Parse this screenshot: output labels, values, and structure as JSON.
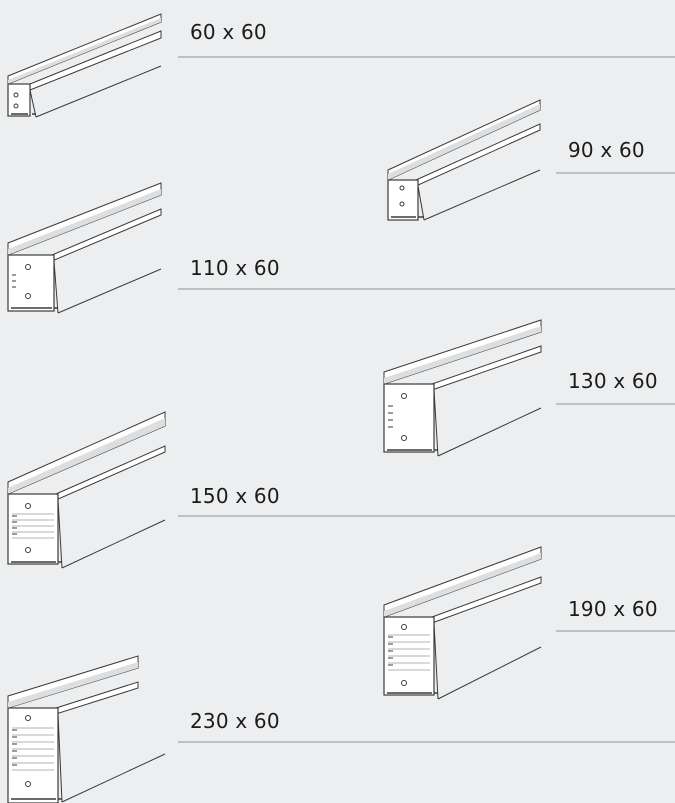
{
  "colors": {
    "background": "#edeeef",
    "duct_fill": "#ffffff",
    "duct_shade": "#dcdedf",
    "duct_stroke": "#3a3a3a",
    "rule": "#bfc1c3",
    "label": "#1b1b1b"
  },
  "ducts": [
    {
      "label": "60 x 60"
    },
    {
      "label": "90 x 60"
    },
    {
      "label": "110 x 60"
    },
    {
      "label": "130 x 60"
    },
    {
      "label": "150 x 60"
    },
    {
      "label": "190 x 60"
    },
    {
      "label": "230 x 60"
    }
  ]
}
